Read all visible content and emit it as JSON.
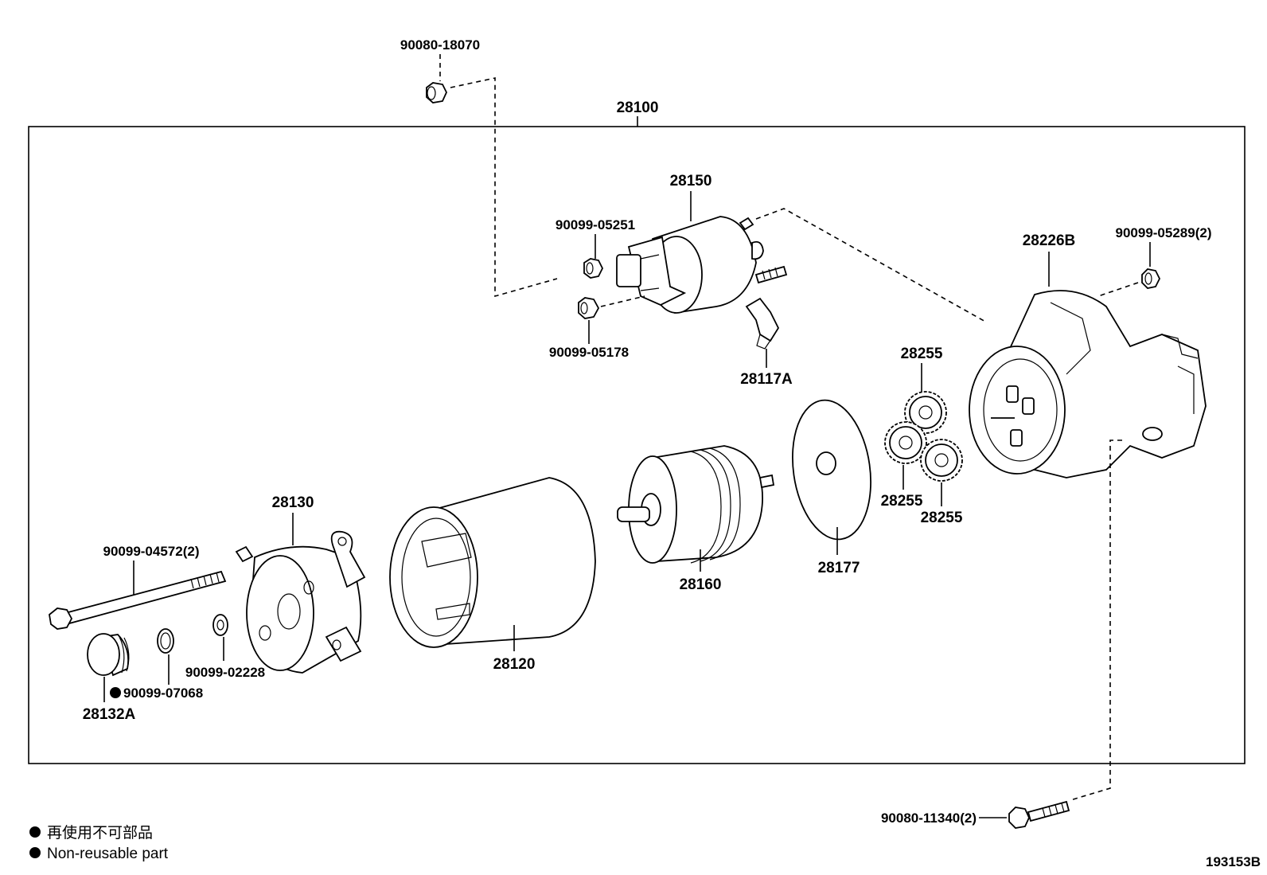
{
  "assembly": {
    "label": "28100"
  },
  "parts": {
    "nut_top": "90080-18070",
    "solenoid": "28150",
    "nut_05251": "90099-05251",
    "nut_05178": "90099-05178",
    "plunger": "28117A",
    "housing": "28226B",
    "nut_05289": "90099-05289(2)",
    "gear_top": "28255",
    "gear_left": "28255",
    "gear_right": "28255",
    "plate": "28177",
    "armature": "28160",
    "yoke": "28120",
    "end_frame": "28130",
    "through_bolt": "90099-04572(2)",
    "washer_02228": "90099-02228",
    "oring_07068": "90099-07068",
    "cap": "28132A",
    "bolt_bottom": "90080-11340(2)"
  },
  "legend": {
    "jp": "再使用不可部品",
    "en": "Non-reusable part"
  },
  "diagram_code": "193153B"
}
